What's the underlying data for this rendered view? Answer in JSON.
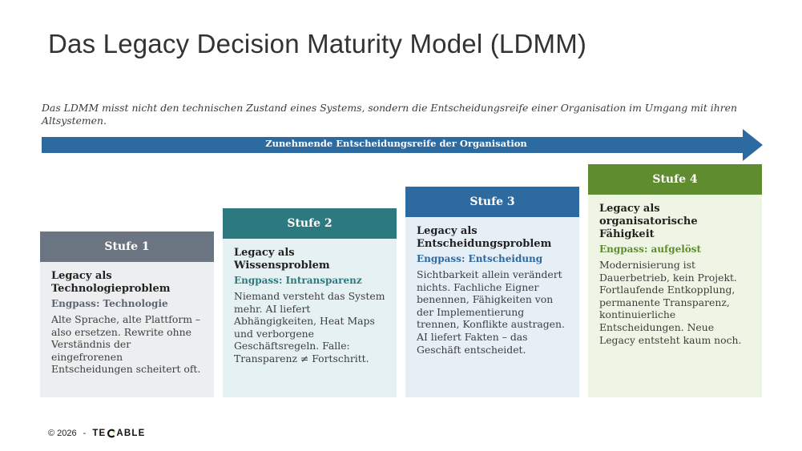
{
  "slide": {
    "title": "Das Legacy Decision Maturity Model (LDMM)",
    "subtitle": "Das LDMM misst nicht den technischen Zustand eines Systems, sondern die Entscheidungsreife einer Organisation im Umgang mit ihren Altsystemen."
  },
  "arrow": {
    "label": "Zunehmende Entscheidungsreife der Organisation",
    "color": "#2d6aa0"
  },
  "stages": [
    {
      "header": "Stufe 1",
      "title": "Legacy als Technologieproblem",
      "bottleneck": "Engpass: Technologie",
      "text": "Alte Sprache, alte Plattform – also ersetzen. Rewrite ohne Verständnis der eingefrorenen Entscheidungen scheitert oft.",
      "header_color": "#6b7582",
      "body_color": "#edeeef"
    },
    {
      "header": "Stufe 2",
      "title": "Legacy als Wissensproblem",
      "bottleneck": "Engpass: Intransparenz",
      "text": "Niemand versteht das System mehr. AI liefert Abhängigkeiten, Heat Maps und verborgene Geschäftsregeln. Falle: Transparenz ≠ Fortschritt.",
      "header_color": "#2c7a80",
      "body_color": "#e6f1f3"
    },
    {
      "header": "Stufe 3",
      "title": "Legacy als Entscheidungsproblem",
      "bottleneck": "Engpass: Entscheidung",
      "text": "Sichtbarkeit allein verändert nichts. Fachliche Eigner benennen, Fähigkeiten von der Implementierung trennen, Konflikte austragen. AI liefert Fakten – das Geschäft entscheidet.",
      "header_color": "#2d6aa0",
      "body_color": "#e6eef6"
    },
    {
      "header": "Stufe 4",
      "title": "Legacy als organisatorische Fähigkeit",
      "bottleneck": "Engpass: aufgelöst",
      "text": "Modernisierung ist Dauerbetrieb, kein Projekt. Fortlaufende Entkopplung, permanente Transparenz, kontinuierliche Entscheidungen. Neue Legacy entsteht kaum noch.",
      "header_color": "#5e8c2f",
      "body_color": "#eef5e4"
    }
  ],
  "footer": {
    "copyright": "© 2026",
    "separator": "-",
    "logo_left": "TE",
    "logo_right": "ABLE",
    "logo_icon": "c-logo-icon"
  }
}
